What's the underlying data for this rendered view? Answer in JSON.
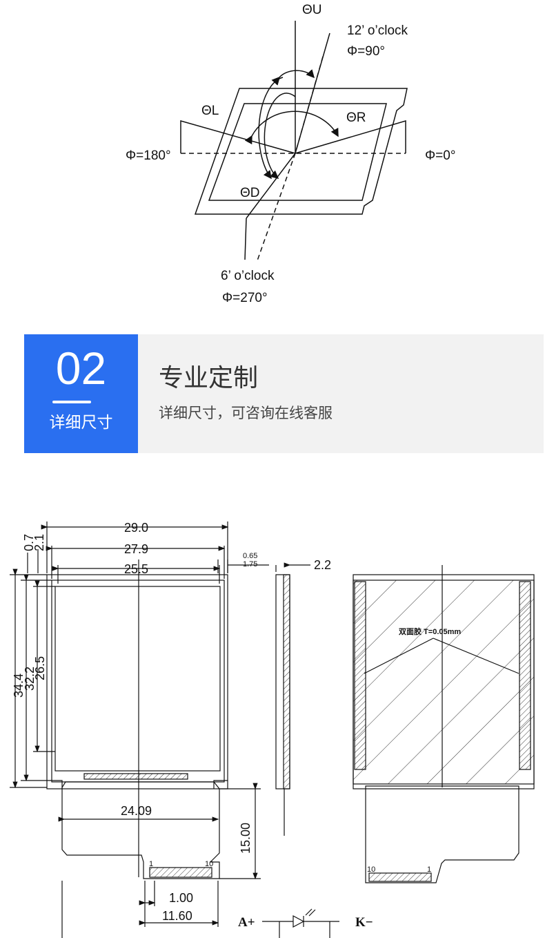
{
  "viewing_angle": {
    "theta_u": "ΘU",
    "theta_l": "ΘL",
    "theta_r": "ΘR",
    "theta_d": "ΘD",
    "top_clock": "12’ o’clock",
    "top_phi": "Φ=90°",
    "left_phi": "Φ=180°",
    "right_phi": "Φ=0°",
    "bottom_clock": "6’ o’clock",
    "bottom_phi": "Φ=270°"
  },
  "banner": {
    "number": "02",
    "subtitle": "详细尺寸",
    "title": "专业定制",
    "description": "详细尺寸，可咨询在线客服"
  },
  "drawing": {
    "dim_width_outer": "29.0",
    "dim_width_mid": "27.9",
    "dim_width_active": "25.5",
    "dim_top_07": "0.7",
    "dim_top_21": "2.1",
    "dim_h_344": "34.4",
    "dim_h_322": "32.2",
    "dim_h_265": "26.5",
    "dim_side_065": "0.65",
    "dim_side_175": "1.75",
    "dim_side_22": "2.2",
    "dim_fpc_width": "24.09",
    "dim_fpc_height": "15.00",
    "dim_pitch": "1.00",
    "dim_pins_span": "11.60",
    "pin_1": "1",
    "pin_10": "10",
    "back_pin_10": "10",
    "back_pin_1": "1",
    "tape_note": "双面胶 T=0.05mm",
    "led_anode": "A+",
    "led_cathode": "K−"
  },
  "colors": {
    "accent": "#2a6ff0",
    "banner_bg": "#f2f2f2",
    "line": "#111111"
  }
}
